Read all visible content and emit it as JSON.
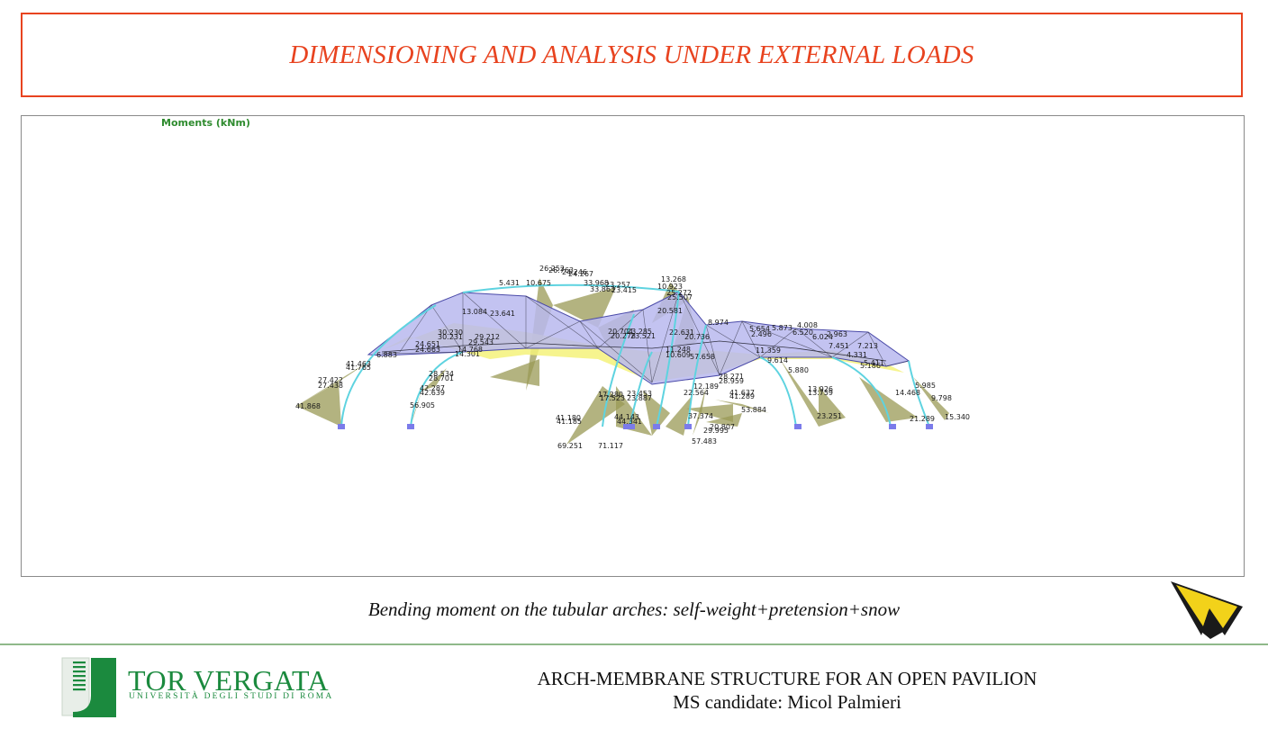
{
  "slide": {
    "title": "DIMENSIONING AND ANALYSIS UNDER EXTERNAL LOADS",
    "caption": "Bending moment on the tubular arches: self-weight+pretension+snow"
  },
  "figure": {
    "label": "Moments (kNm)",
    "moment_labels": [
      {
        "text": "41.868"
      },
      {
        "text": "27.422"
      },
      {
        "text": "27.438"
      },
      {
        "text": "41.463"
      },
      {
        "text": "41.765"
      },
      {
        "text": "6.883"
      },
      {
        "text": "56.905"
      },
      {
        "text": "42.287"
      },
      {
        "text": "42.639"
      },
      {
        "text": "28.534"
      },
      {
        "text": "28.701"
      },
      {
        "text": "24.651"
      },
      {
        "text": "24.663"
      },
      {
        "text": "14.768"
      },
      {
        "text": "14.301"
      },
      {
        "text": "30.230"
      },
      {
        "text": "30.231"
      },
      {
        "text": "29.212"
      },
      {
        "text": "29.543"
      },
      {
        "text": "13.084"
      },
      {
        "text": "23.641"
      },
      {
        "text": "5.431"
      },
      {
        "text": "10.675"
      },
      {
        "text": "26.252"
      },
      {
        "text": "26.763"
      },
      {
        "text": "24.246"
      },
      {
        "text": "24.267"
      },
      {
        "text": "33.968"
      },
      {
        "text": "33.863"
      },
      {
        "text": "23.257"
      },
      {
        "text": "23.415"
      },
      {
        "text": "17.280"
      },
      {
        "text": "17.523"
      },
      {
        "text": "23.453"
      },
      {
        "text": "23.887"
      },
      {
        "text": "41.180"
      },
      {
        "text": "41.185"
      },
      {
        "text": "44.143"
      },
      {
        "text": "44.341"
      },
      {
        "text": "69.251"
      },
      {
        "text": "71.117"
      },
      {
        "text": "20.704"
      },
      {
        "text": "20.278"
      },
      {
        "text": "23.285"
      },
      {
        "text": "23.521"
      },
      {
        "text": "13.268"
      },
      {
        "text": "10.923"
      },
      {
        "text": "25.272"
      },
      {
        "text": "25.507"
      },
      {
        "text": "20.581"
      },
      {
        "text": "22.631"
      },
      {
        "text": "20.736"
      },
      {
        "text": "11.248"
      },
      {
        "text": "10.609"
      },
      {
        "text": "57.658"
      },
      {
        "text": "22.564"
      },
      {
        "text": "12.189"
      },
      {
        "text": "28.271"
      },
      {
        "text": "28.959"
      },
      {
        "text": "41.637"
      },
      {
        "text": "41.289"
      },
      {
        "text": "53.884"
      },
      {
        "text": "37.374"
      },
      {
        "text": "57.483"
      },
      {
        "text": "29.995"
      },
      {
        "text": "20.807"
      },
      {
        "text": "8.974"
      },
      {
        "text": "5.654"
      },
      {
        "text": "5.873"
      },
      {
        "text": "4.008"
      },
      {
        "text": "6.520"
      },
      {
        "text": "6.024"
      },
      {
        "text": "2.963"
      },
      {
        "text": "7.451"
      },
      {
        "text": "7.213"
      },
      {
        "text": "11.359"
      },
      {
        "text": "9.614"
      },
      {
        "text": "5.880"
      },
      {
        "text": "13.926"
      },
      {
        "text": "13.759"
      },
      {
        "text": "23.251"
      },
      {
        "text": "4.331"
      },
      {
        "text": "5.411"
      },
      {
        "text": "5.985"
      },
      {
        "text": "14.468"
      },
      {
        "text": "9.798"
      },
      {
        "text": "21.289"
      },
      {
        "text": "15.340"
      },
      {
        "text": "2.496"
      },
      {
        "text": "5.186"
      }
    ]
  },
  "footer": {
    "university_name": "TOR VERGATA",
    "university_sub": "UNIVERSITÀ DEGLI STUDI DI ROMA",
    "project_title": "ARCH-MEMBRANE STRUCTURE FOR AN OPEN PAVILION",
    "candidate": "MS candidate: Micol Palmieri"
  },
  "colors": {
    "accent": "#e8431f",
    "moment_fill": "#9a9a56",
    "membrane": "#b8b8ee",
    "membrane_under": "#f4f27a",
    "arch": "#5ed3e0",
    "support": "#7b7bea",
    "brand_green": "#1b8a3e"
  }
}
